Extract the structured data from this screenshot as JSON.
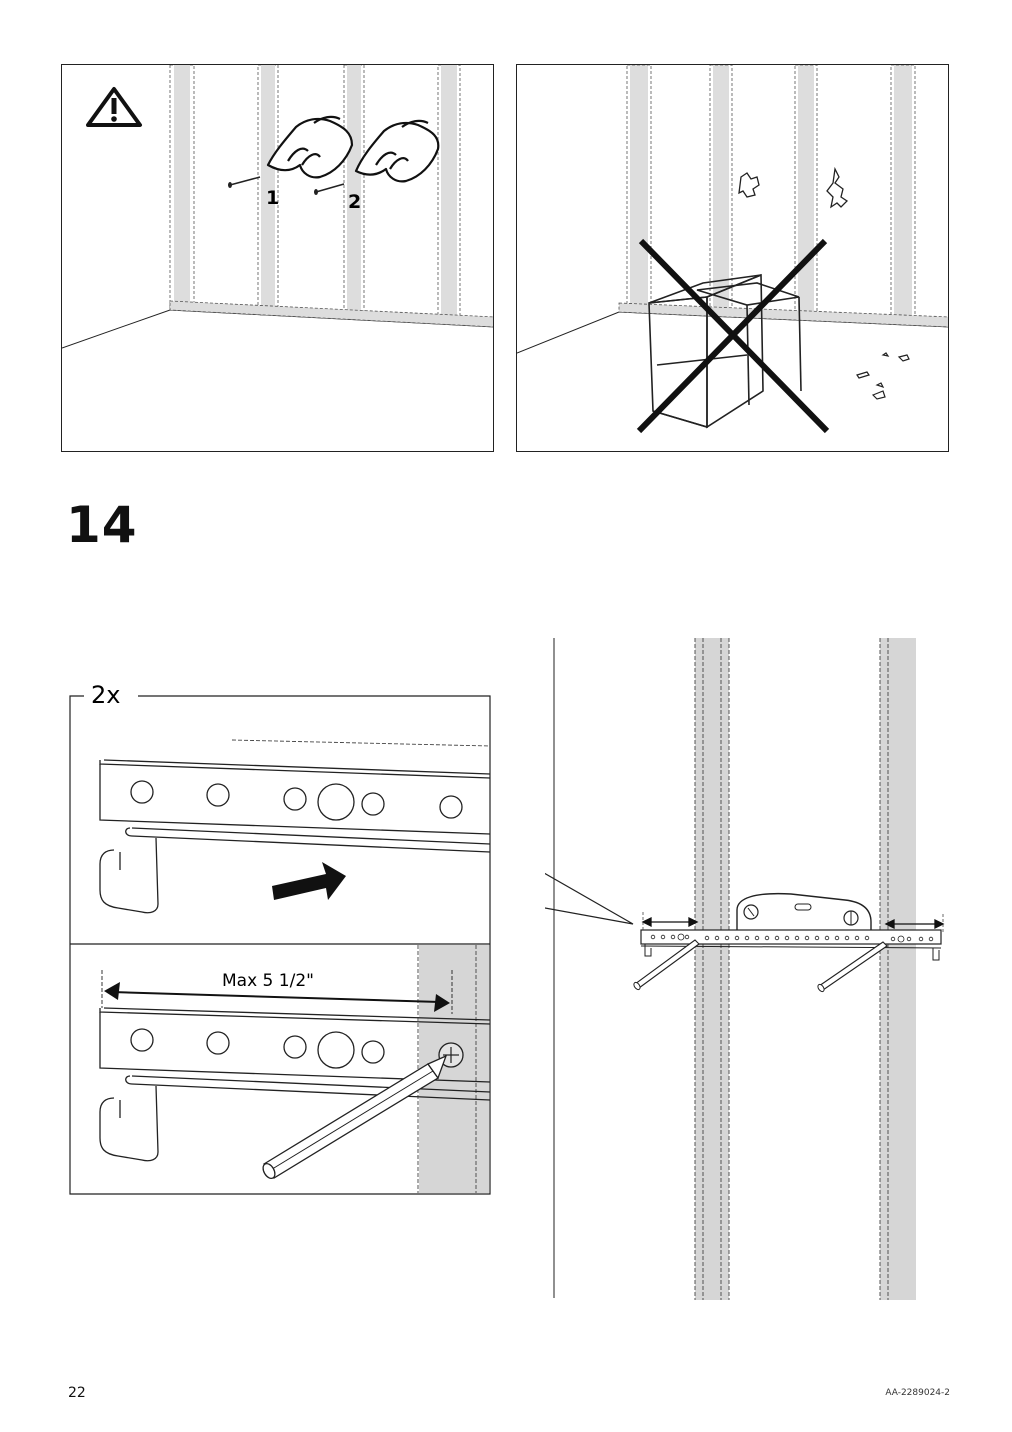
{
  "warning_panel": {
    "icon": "warning-triangle-icon",
    "steps": [
      "1",
      "2"
    ],
    "gesture_icon": "hand-finger-icon"
  },
  "wrong_panel": {
    "icon": "cross-x-icon"
  },
  "step": {
    "number": "14"
  },
  "detail": {
    "quantity": "2x",
    "max_label": "Max 5 1/2\""
  },
  "footer": {
    "page_number": "22",
    "doc_code": "AA-2289024-2"
  },
  "colors": {
    "stud_fill": "#d6d6d6",
    "line": "#1a1a1a"
  }
}
